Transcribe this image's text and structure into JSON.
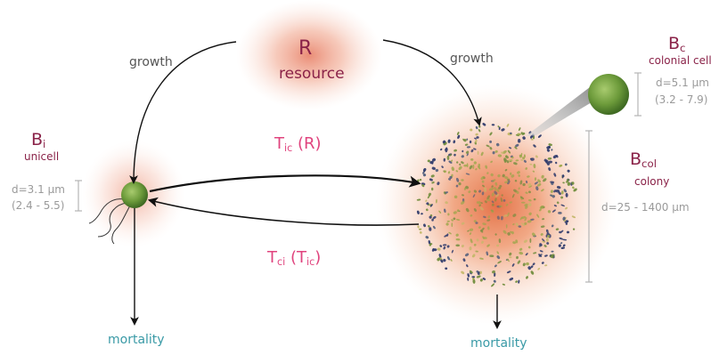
{
  "resource": {
    "symbol": "R",
    "name": "resource"
  },
  "unicell": {
    "symbol": "B",
    "sub": "i",
    "name": "unicell",
    "diameter": "d=3.1 μm",
    "range": "(2.4 - 5.5)"
  },
  "colonial_cell": {
    "symbol": "B",
    "sub": "c",
    "name": "colonial cell",
    "diameter": "d=5.1 μm",
    "range": "(3.2 - 7.9)"
  },
  "colony": {
    "symbol": "B",
    "sub": "col",
    "name": "colony",
    "diameter": "d=25 - 1400 μm"
  },
  "growth_left": "growth",
  "growth_right": "growth",
  "transition_ic": {
    "symbol": "T",
    "sub": "ic",
    "arg": "(R)"
  },
  "transition_ci": {
    "symbol": "T",
    "sub": "ci",
    "arg_open": "(T",
    "arg_sub": "ic",
    "arg_close": ")"
  },
  "mortality_left": "mortality",
  "mortality_right": "mortality",
  "colors": {
    "maroon": "#8a2248",
    "magenta": "#e0447e",
    "teal": "#3a9aa6",
    "cell_green": "#6c9a3a",
    "glow": "#f2a58a"
  }
}
